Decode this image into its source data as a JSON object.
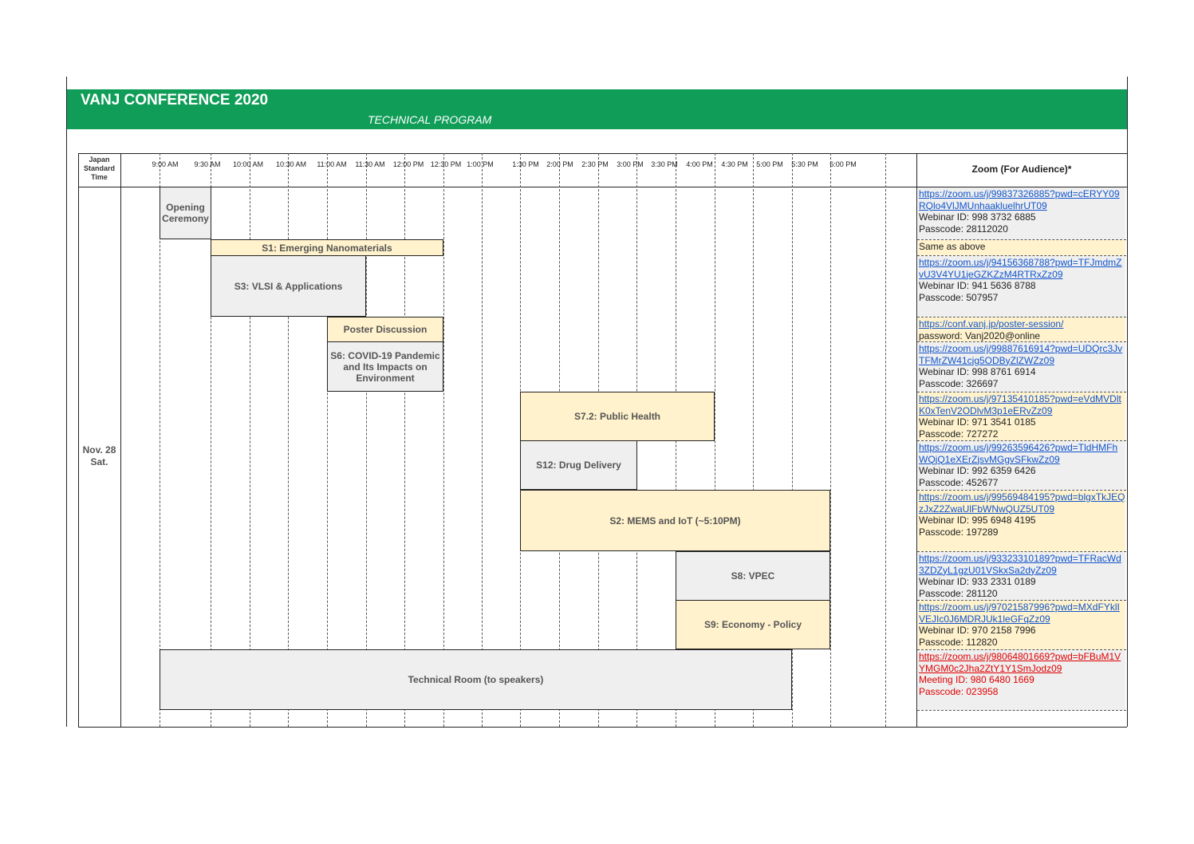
{
  "header": {
    "title": "VANJ CONFERENCE 2020",
    "subtitle": "TECHNICAL PROGRAM",
    "color": "#0f9d58"
  },
  "table": {
    "timezone_label": "Japan Standard Time",
    "time_slots": [
      "9:00 AM",
      "9:30 AM",
      "10:00 AM",
      "10:30 AM",
      "11:00 AM",
      "11:30 AM",
      "12:00 PM",
      "12:30 PM",
      "1:00 PM",
      "1:30 PM",
      "2:00 PM",
      "2:30 PM",
      "3:00 PM",
      "3:30 PM",
      "4:00 PM",
      "4:30 PM",
      "5:00 PM",
      "5:30 PM",
      "6:00 PM"
    ],
    "zoom_header": "Zoom (For Audience)*",
    "day_label": "Nov. 28 Sat."
  },
  "sessions": [
    {
      "label": "Opening Ceremony",
      "color": "#efefef"
    },
    {
      "label": "S1: Emerging Nanomaterials",
      "color": "#fff2cc"
    },
    {
      "label": "S3: VLSI & Applications",
      "color": "#efefef"
    },
    {
      "label": "Poster Discussion",
      "color": "#fff2cc"
    },
    {
      "label": "S6: COVID-19 Pandemic and Its Impacts on Environment",
      "color": "#efefef"
    },
    {
      "label": "S7.2: Public Health",
      "color": "#fff2cc"
    },
    {
      "label": "S12: Drug Delivery",
      "color": "#efefef"
    },
    {
      "label": "S2: MEMS and IoT (~5:10PM)",
      "color": "#fff2cc"
    },
    {
      "label": "S8: VPEC",
      "color": "#efefef"
    },
    {
      "label": "S9: Economy - Policy",
      "color": "#fff2cc"
    },
    {
      "label": "Technical Room (to speakers)",
      "color": "#efefef"
    }
  ],
  "zoom": [
    {
      "link": "https://zoom.us/j/99837326885?pwd=cERYY09RQlo4VlJMUnhaakluelhrUT09",
      "id_line": "Webinar ID: 998 3732 6885",
      "pass_line": "Passcode: 28112020"
    },
    {
      "note": "Same as above"
    },
    {
      "link": "https://zoom.us/j/94156368788?pwd=TFJmdmZvU3V4YU1jeGZKZzM4RTRxZz09",
      "id_line": "Webinar ID: 941 5636 8788",
      "pass_line": "Passcode: 507957"
    },
    {
      "link": "https://conf.vanj.jp/poster-session/",
      "pass_line": "password: Vanj2020@online"
    },
    {
      "link": "https://zoom.us/j/99887616914?pwd=UDQrc3JvTFMrZW41cjg5ODByZlZWZz09",
      "id_line": "Webinar ID: 998 8761 6914",
      "pass_line": "Passcode: 326697"
    },
    {
      "link": "https://zoom.us/j/97135410185?pwd=eVdMVDltK0xTenV2ODlvM3p1eERvZz09",
      "id_line": "Webinar ID: 971 3541 0185",
      "pass_line": "Passcode: 727272"
    },
    {
      "link": "https://zoom.us/j/99263596426?pwd=TldHMFhWQjQ1eXErZjsvMGgvSFkwZz09",
      "id_line": "Webinar ID: 992 6359 6426",
      "pass_line": "Passcode: 452677"
    },
    {
      "link": "https://zoom.us/j/99569484195?pwd=blgxTkJEQzJxZ2ZwaUlFbWNwQUZ5UT09",
      "id_line": "Webinar ID: 995 6948 4195",
      "pass_line": "Passcode: 197289"
    },
    {
      "link": "https://zoom.us/j/93323310189?pwd=TFRacWd3ZDZyL1gzU01VSkxSa2dyZz09",
      "id_line": "Webinar ID: 933 2331 0189",
      "pass_line": "Passcode: 281120"
    },
    {
      "link": "https://zoom.us/j/97021587996?pwd=MXdFYklIVEJIc0J6MDRJUk1leGFqZz09",
      "id_line": "Webinar ID: 970 2158 7996",
      "pass_line": "Passcode: 112820"
    },
    {
      "link": "https://zoom.us/j/98064801669?pwd=bFBuM1VYMGM0c2Jha2ZtY1Y1SmJodz09",
      "id_line": "Meeting ID: 980 6480 1669",
      "pass_line": "Passcode: 023958",
      "color": "#e00000"
    }
  ]
}
